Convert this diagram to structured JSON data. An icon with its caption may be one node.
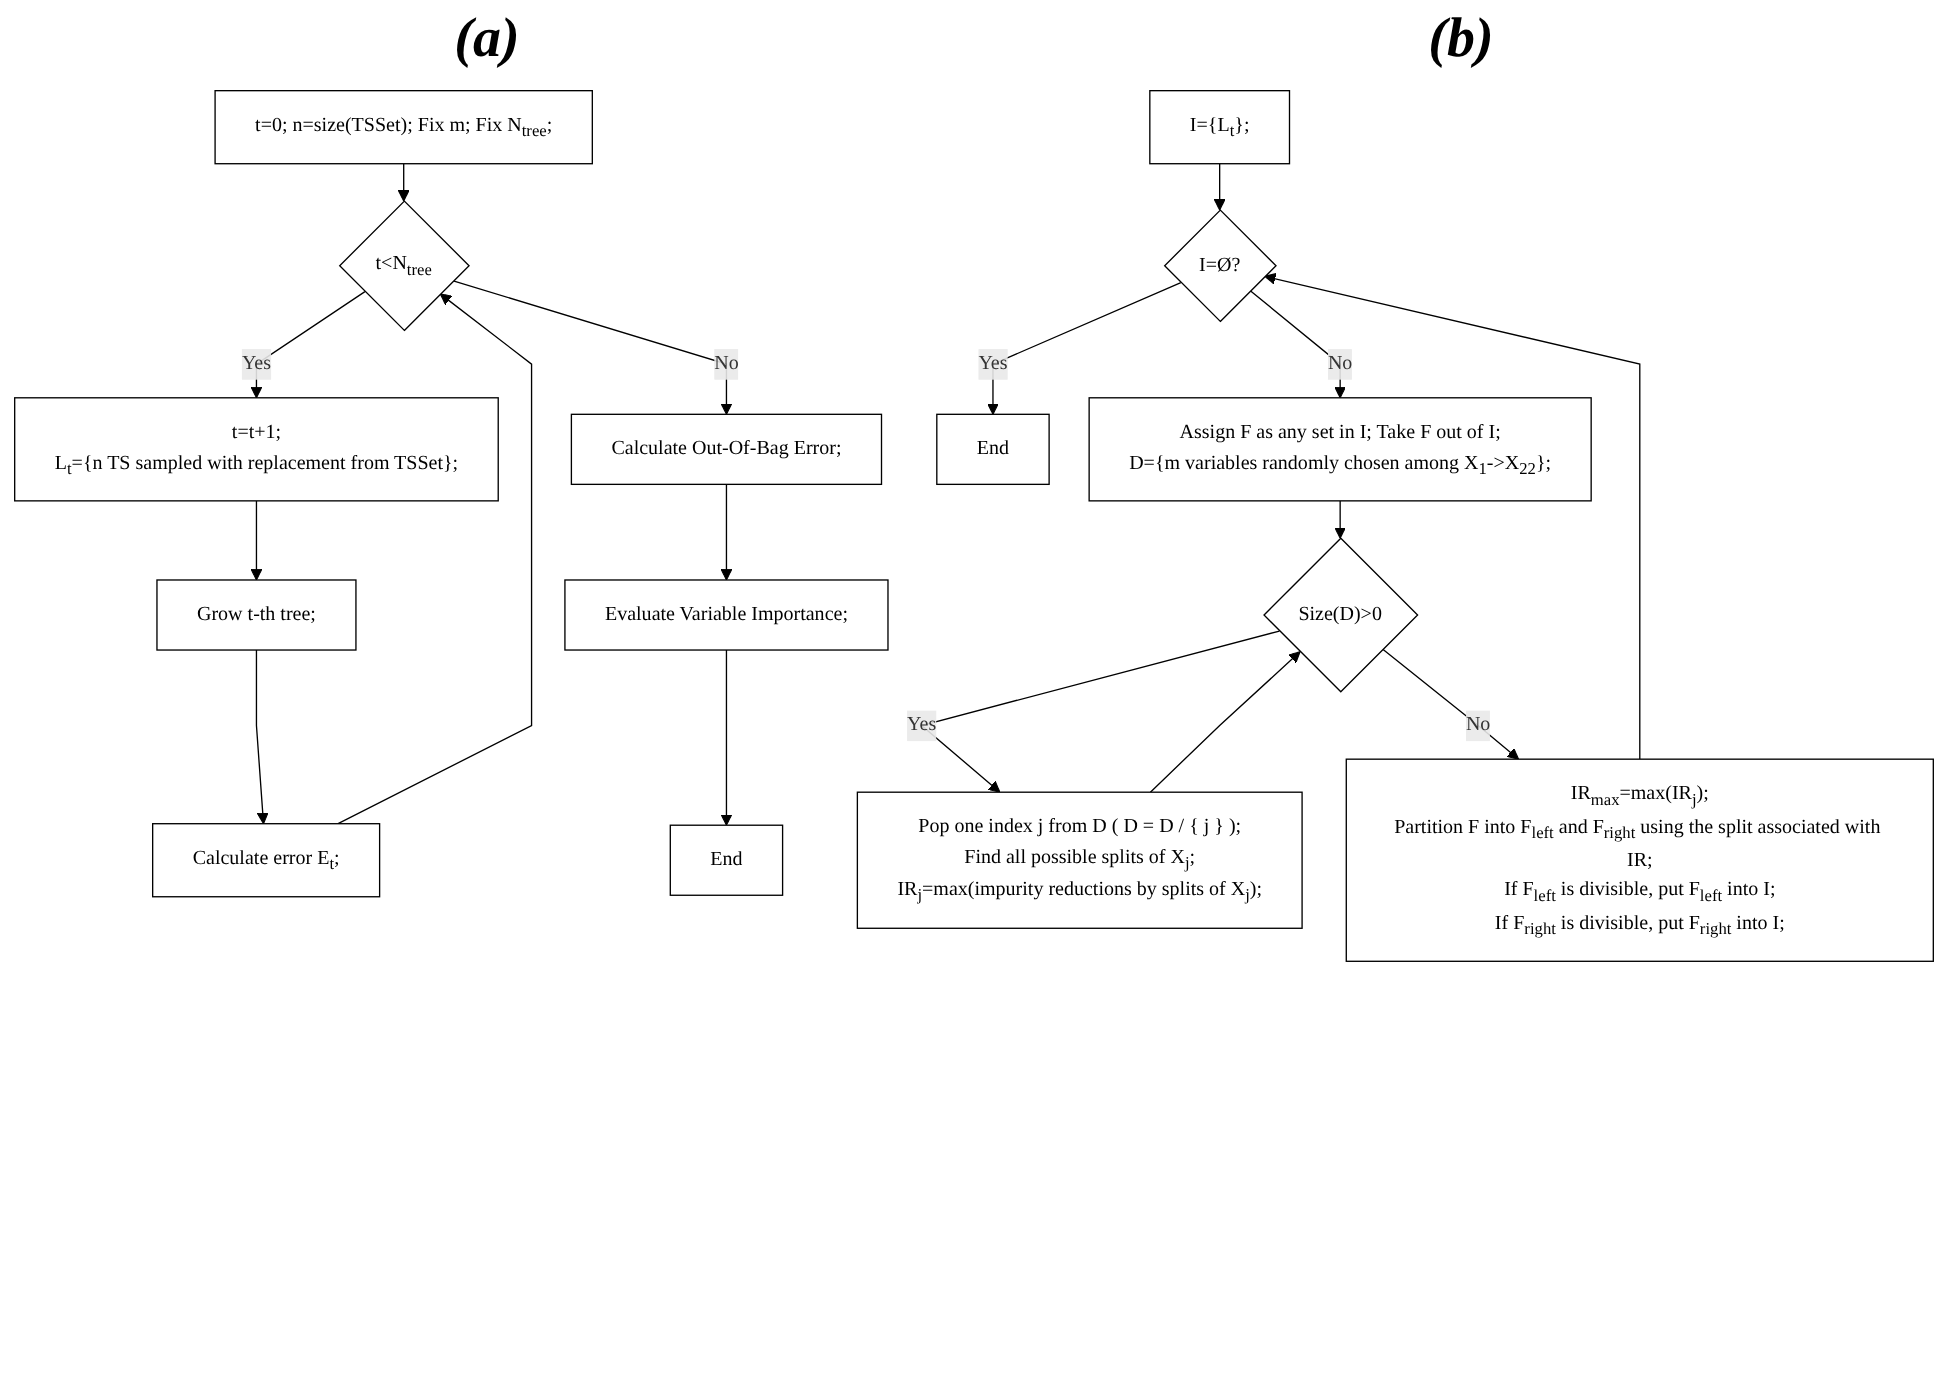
{
  "diagram": {
    "nodes": [
      {
        "text": [
          "t=0; n=size(TSSet); Fix m; Fix N$_{tree}$;"
        ]
      },
      {
        "text": [
          "t<N$_{tree}$"
        ]
      },
      {
        "text": [
          "t=t+1;",
          "L$_{t}$={n TS sampled with replacement from TSSet};"
        ]
      },
      {
        "text": [
          "Grow t-th tree;"
        ]
      },
      {
        "text": [
          "Calculate error E$_{t}$;"
        ]
      },
      {
        "text": [
          "Calculate Out-Of-Bag Error;"
        ]
      },
      {
        "text": [
          "Evaluate Variable Importance;"
        ]
      },
      {
        "text": [
          "End"
        ]
      },
      {
        "text": [
          "I={L$_{t}$};"
        ]
      },
      {
        "text": [
          "I=Ø?"
        ]
      },
      {
        "text": [
          "Assign F as any set in I; Take F out of I;",
          "D={m variables randomly chosen among X$_{1}$->X$_{22}$};"
        ]
      },
      {
        "text": [
          "Size(D)>0"
        ]
      },
      {
        "text": [
          "Pop one index j from D ( D = D / { j } );",
          "Find all possible splits of X$_{j}$;",
          "IR$_{j}$=max(impurity reductions by splits of X$_{j}$);"
        ]
      },
      {
        "text": [
          "IR$_{max}$=max(IR$_{j}$);",
          "Partition F into F$_{left}$ and F$_{right}$ using the split associated with IR;",
          "If F$_{left}$ is divisible, put F$_{left}$ into I;",
          "If F$_{right}$ is divisible, put F$_{right}$ into I;"
        ]
      },
      {
        "text": [
          "End"
        ]
      }
    ],
    "edges": [
      {
        "from": 0,
        "to": 1,
        "arrow": "to"
      },
      {
        "from": 1,
        "to": 2,
        "label": "Yes",
        "arrow": "to"
      },
      {
        "from": 2,
        "to": 3,
        "arrow": "to"
      },
      {
        "from": 3,
        "to": 4,
        "arrow": "to"
      },
      {
        "from": 4,
        "to": 1,
        "arrow": "to"
      },
      {
        "from": 1,
        "to": 5,
        "label": "No",
        "arrow": "to"
      },
      {
        "from": 5,
        "to": 6,
        "arrow": "to"
      },
      {
        "from": 6,
        "to": 7,
        "arrow": "to"
      },
      {
        "from": 8,
        "to": 9,
        "arrow": "to"
      },
      {
        "from": 9,
        "to": 10,
        "label": "No",
        "arrow": "to"
      },
      {
        "from": 9,
        "to": 14,
        "label": "Yes",
        "arrow": "to"
      },
      {
        "from": 10,
        "to": 11,
        "arrow": "to"
      },
      {
        "from": 11,
        "to": 12,
        "label": "Yes",
        "arrow": "to"
      },
      {
        "from": 12,
        "to": 11,
        "arrow": "to"
      },
      {
        "from": 11,
        "to": 13,
        "label": "No",
        "arrow": "to"
      },
      {
        "from": 13,
        "to": 9,
        "arrow": "to"
      }
    ],
    "labels": [
      "(a)",
      "(b)"
    ]
  }
}
